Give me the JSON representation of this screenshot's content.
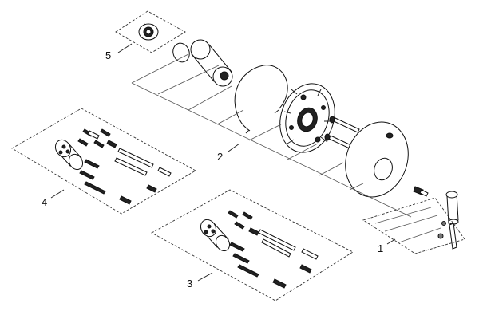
{
  "callouts": [
    {
      "id": "1",
      "label": "1"
    },
    {
      "id": "2",
      "label": "2"
    },
    {
      "id": "3",
      "label": "3"
    },
    {
      "id": "4",
      "label": "4"
    },
    {
      "id": "5",
      "label": "5"
    }
  ],
  "colors": {
    "ink": "#111111",
    "background": "#ffffff",
    "shade": "#222222"
  }
}
